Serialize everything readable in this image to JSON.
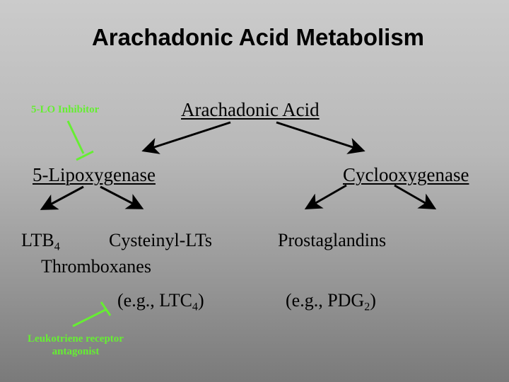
{
  "title": "Arachadonic Acid Metabolism",
  "nodes": {
    "root": "Arachadonic Acid",
    "left": "5-Lipoxygenase",
    "right": "Cyclooxygenase"
  },
  "products": {
    "ltb": "LTB",
    "ltb_sub": "4",
    "cysteinyl": "Cysteinyl-LTs",
    "thromboxanes": "Thromboxanes",
    "prostaglandins": "Prostaglandins",
    "cys_example_prefix": "(e.g., LTC",
    "cys_example_sub": "4",
    "cys_example_suffix": ")",
    "pg_example_prefix": "(e.g., PDG",
    "pg_example_sub": "2",
    "pg_example_suffix": ")"
  },
  "inhibitors": {
    "lo_inhibitor": "5-LO Inhibitor",
    "receptor_antagonist_line1": "Leukotriene receptor",
    "receptor_antagonist_line2": "antagonist"
  },
  "colors": {
    "inhibitor": "#66ee33",
    "arrow": "#000000",
    "background_top": "#cbcbcb",
    "background_bottom": "#7a7a7a"
  }
}
